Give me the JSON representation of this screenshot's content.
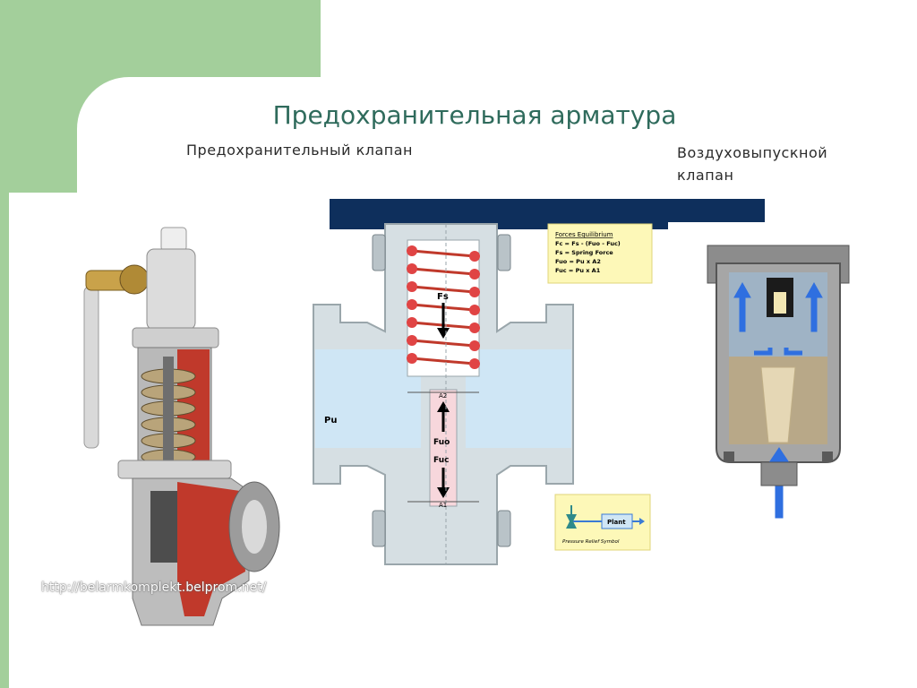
{
  "slide": {
    "title": "Предохранительная арматура",
    "left_subtitle": "Предохранительный клапан",
    "right_subtitle": "Воздуховыпускной клапан"
  },
  "watermark": "http://belarmkomplekt.belprom.net/",
  "diagram": {
    "spring_label": "Fs",
    "opening_force_label": "Fuo",
    "closing_force_label": "Fuc",
    "pressure_label": "Pu",
    "upper_area_label": "A2",
    "lower_area_label": "A1",
    "forces_box": {
      "title": "Forces Equilibrium",
      "lines": [
        "Fc = Fs - (Fuo - Fuc)",
        "Fs = Spring Force",
        "Fuo = Pu x A2",
        "Fuc = Pu x A1"
      ]
    },
    "symbol_box": {
      "plant_label": "Plant",
      "caption": "Pressure Relief Symbol"
    }
  },
  "colors": {
    "green": "#a3cf9b",
    "navy": "#0e2f5c",
    "title": "#2f6b5c",
    "spring_red": "#d93b3b",
    "fluid_blue": "#cfe6f5",
    "arrow_blue": "#2f6fe0",
    "note_yellow": "#fdf8b8"
  }
}
